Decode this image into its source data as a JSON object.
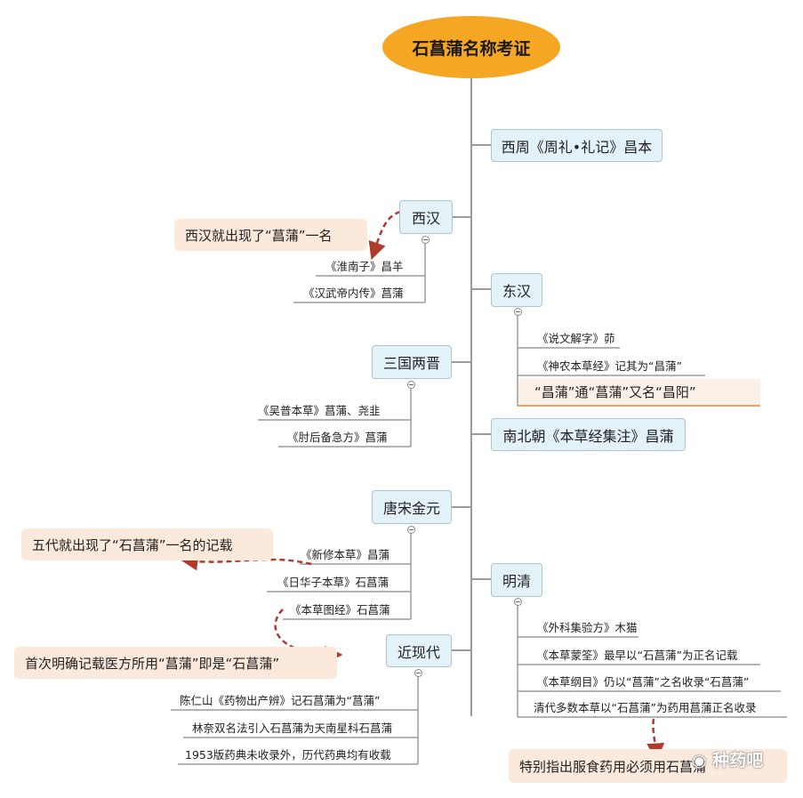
{
  "root": "石菖蒲名称考证",
  "branches": {
    "xizhou": "西周《周礼•礼记》昌本",
    "xihan": "西汉",
    "donghan": "东汉",
    "sanguo": "三国两晋",
    "nanbei": "南北朝《本草经集注》昌蒲",
    "tangsong": "唐宋金元",
    "mingqing": "明清",
    "jinxian": "近现代"
  },
  "leaves": {
    "xihan": [
      "《淮南子》昌羊",
      "《汉武帝内传》菖蒲"
    ],
    "donghan": [
      "《说文解字》茆",
      "《神农本草经》记其为“昌蒲”"
    ],
    "donghan_highlight": "“昌蒲”通“菖蒲”又名“昌阳”",
    "sanguo": [
      "《吴普本草》菖蒲、尧韭",
      "《肘后备急方》菖蒲"
    ],
    "tangsong": [
      "《新修本草》昌蒲",
      "《日华子本草》石菖蒲",
      "《本草图经》石菖蒲"
    ],
    "mingqing": [
      "《外科集验方》木猫",
      "《本草蒙筌》最早以“石菖蒲”为正名记载",
      "《本草纲目》仍以“菖蒲”之名收录“石菖蒲”",
      "清代多数本草以“石菖蒲”为药用菖蒲正名收录"
    ],
    "jinxian": [
      "陈仁山《药物出产辨》记石菖蒲为“菖蒲”",
      "林奈双名法引入石菖蒲为天南星科石菖蒲",
      "1953版药典未收录外，历代药典均有收载"
    ]
  },
  "notes": {
    "xihan": "西汉就出现了“菖蒲”一名",
    "wudai": "五代就出现了“石菖蒲”一名的记载",
    "shouci": "首次明确记载医方所用“菖蒲”即是“石菖蒲”",
    "tebie": "特别指出服食药用必须用石菖蒲"
  },
  "watermark": "种药吧",
  "colors": {
    "root_fill": "#f5a623",
    "node_fill": "#e3f1f8",
    "note_fill": "#fbe9dc",
    "arrow": "#b03a2e",
    "highlight_line": "#f0a060"
  }
}
